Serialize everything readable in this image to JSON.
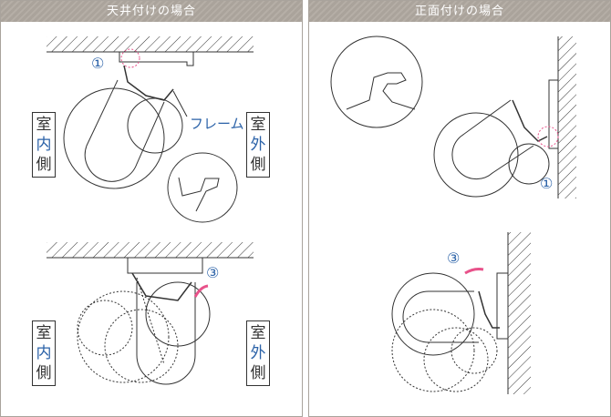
{
  "left": {
    "title": "天井付けの場合",
    "frame_label": "フレーム",
    "step1": "①",
    "step3": "③",
    "indoor": [
      "室",
      "内",
      "側"
    ],
    "outdoor": [
      "室",
      "外",
      "側"
    ]
  },
  "right": {
    "title": "正面付けの場合",
    "step1": "①",
    "step3": "③"
  },
  "colors": {
    "header": "#aaa39b",
    "accent": "#2b62a8",
    "pink": "#e8528a"
  }
}
